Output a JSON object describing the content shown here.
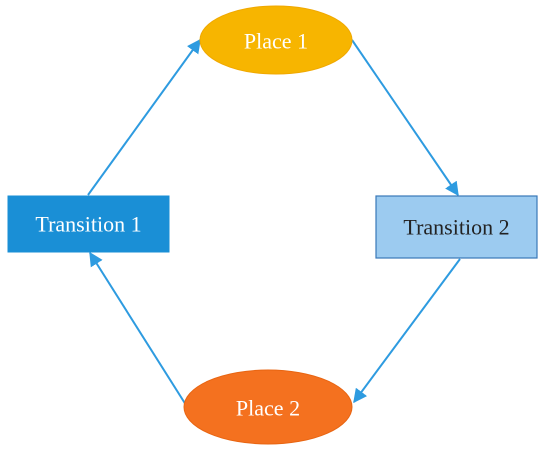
{
  "diagram": {
    "colors": {
      "edge": "#2e9be0",
      "place1_fill": "#f7b500",
      "place1_text": "#ffffff",
      "place2_fill": "#f4711f",
      "place2_text": "#ffffff",
      "transition1_fill": "#1a8fd6",
      "transition1_text": "#ffffff",
      "transition2_fill": "#9ccbf0",
      "transition2_stroke": "#3a78b8",
      "transition2_text": "#222222"
    },
    "nodes": {
      "place1": {
        "label": "Place 1",
        "shape": "ellipse"
      },
      "place2": {
        "label": "Place 2",
        "shape": "ellipse"
      },
      "transition1": {
        "label": "Transition 1",
        "shape": "rectangle"
      },
      "transition2": {
        "label": "Transition 2",
        "shape": "rectangle"
      }
    },
    "edges": [
      {
        "from": "transition1",
        "to": "place1"
      },
      {
        "from": "place1",
        "to": "transition2"
      },
      {
        "from": "transition2",
        "to": "place2"
      },
      {
        "from": "place2",
        "to": "transition1"
      }
    ]
  }
}
